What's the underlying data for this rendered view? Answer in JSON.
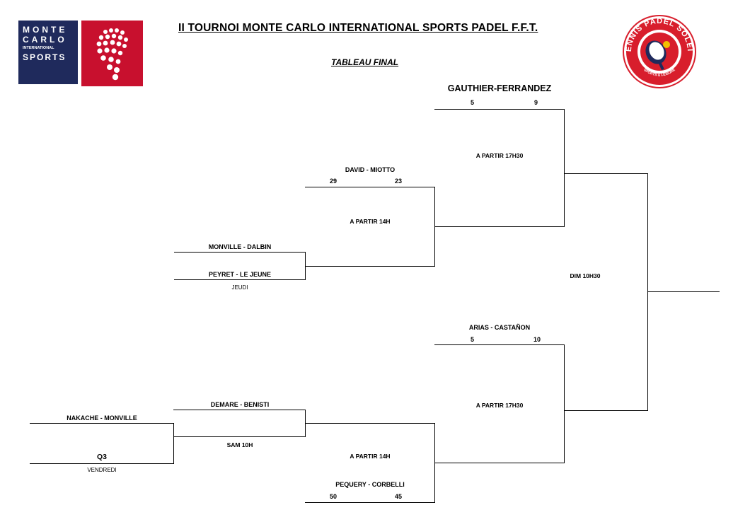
{
  "logo_left": {
    "lines": [
      "MONTE",
      "CARLO",
      "INTERNATIONAL",
      "SPORTS"
    ],
    "brand_color": "#c8102e",
    "navy_color": "#1f2a5c"
  },
  "logo_right": {
    "text_top": "TENNIS PADEL SOLEIL",
    "text_bottom": "SPORTS & LEISURE",
    "color": "#d81e2c"
  },
  "header": {
    "title": "II TOURNOI MONTE CARLO INTERNATIONAL SPORTS PADEL F.F.T.",
    "subtitle": "TABLEAU FINAL"
  },
  "bracket": {
    "qf1": {
      "team_a": "MONVILLE - DALBIN",
      "team_b": "PEYRET - LE JEUNE",
      "day": "JEUDI"
    },
    "qf2": {
      "team_a": "NAKACHE - MONVILLE",
      "team_b": "Q3",
      "day": "VENDREDI"
    },
    "r2_1": {
      "team": "DAVID - MIOTTO",
      "score_a": "29",
      "score_b": "23",
      "time": "A PARTIR 14H"
    },
    "r2_2": {
      "team": "DEMARE - BENISTI",
      "day": "SAM 10H"
    },
    "r2_3": {
      "team": "PEQUERY - CORBELLI",
      "score_a": "50",
      "score_b": "45",
      "time": "A PARTIR 14H"
    },
    "sf1": {
      "team": "GAUTHIER-FERRANDEZ",
      "score_a": "5",
      "score_b": "9",
      "time": "A PARTIR 17H30"
    },
    "sf2": {
      "team": "ARIAS - CASTAÑON",
      "score_a": "5",
      "score_b": "10",
      "time": "A PARTIR 17H30"
    },
    "final": {
      "time": "DIM 10H30"
    }
  }
}
